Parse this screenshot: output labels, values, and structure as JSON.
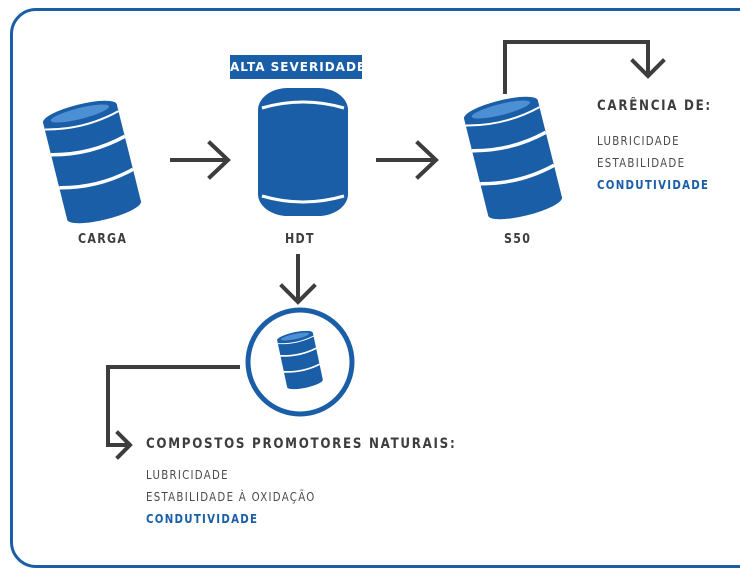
{
  "diagram": {
    "badge": "ALTA SEVERIDADE",
    "nodes": {
      "carga": "CARGA",
      "hdt": "HDT",
      "s50": "S50"
    },
    "carencia": {
      "title": "CARÊNCIA DE:",
      "items": [
        "LUBRICIDADE",
        "ESTABILIDADE",
        "CONDUTIVIDADE"
      ]
    },
    "compostos": {
      "title": "COMPOSTOS PROMOTORES NATURAIS:",
      "items": [
        "LUBRICIDADE",
        "ESTABILIDADE À OXIDAÇÃO",
        "CONDUTIVIDADE"
      ]
    }
  },
  "colors": {
    "accent": "#1a5ea8",
    "text": "#3d3d3d",
    "arrow": "#3d3d3d"
  },
  "icons": {
    "barrel": "barrel-icon",
    "arrow": "arrow-icon"
  }
}
